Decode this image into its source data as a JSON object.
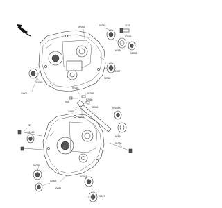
{
  "diagram": {
    "callouts": [
      {
        "id": "c1",
        "text": "92062"
      },
      {
        "id": "c2",
        "text": "92048"
      },
      {
        "id": "c3",
        "text": "3101"
      },
      {
        "id": "c4",
        "text": "92049"
      },
      {
        "id": "c5",
        "text": "601B"
      },
      {
        "id": "c6",
        "text": "92033"
      },
      {
        "id": "c7",
        "text": "92027"
      },
      {
        "id": "c8",
        "text": "92062"
      },
      {
        "id": "c9",
        "text": "14001"
      },
      {
        "id": "c10",
        "text": "92045"
      },
      {
        "id": "c11",
        "text": "92042"
      },
      {
        "id": "c12",
        "text": "92055"
      },
      {
        "id": "c13",
        "text": "601"
      },
      {
        "id": "c14",
        "text": "92066"
      },
      {
        "id": "c15",
        "text": "14091"
      },
      {
        "id": "c16",
        "text": "92046"
      },
      {
        "id": "c17",
        "text": "92045A"
      },
      {
        "id": "c18",
        "text": "92071"
      },
      {
        "id": "c19",
        "text": "221"
      },
      {
        "id": "c20",
        "text": "601A"
      },
      {
        "id": "c21",
        "text": "92049"
      },
      {
        "id": "c22",
        "text": "92059"
      },
      {
        "id": "c23",
        "text": "92059"
      },
      {
        "id": "c24",
        "text": "92051"
      },
      {
        "id": "c25",
        "text": "220A"
      },
      {
        "id": "c26",
        "text": "92063"
      },
      {
        "id": "c27",
        "text": "92027"
      }
    ]
  }
}
